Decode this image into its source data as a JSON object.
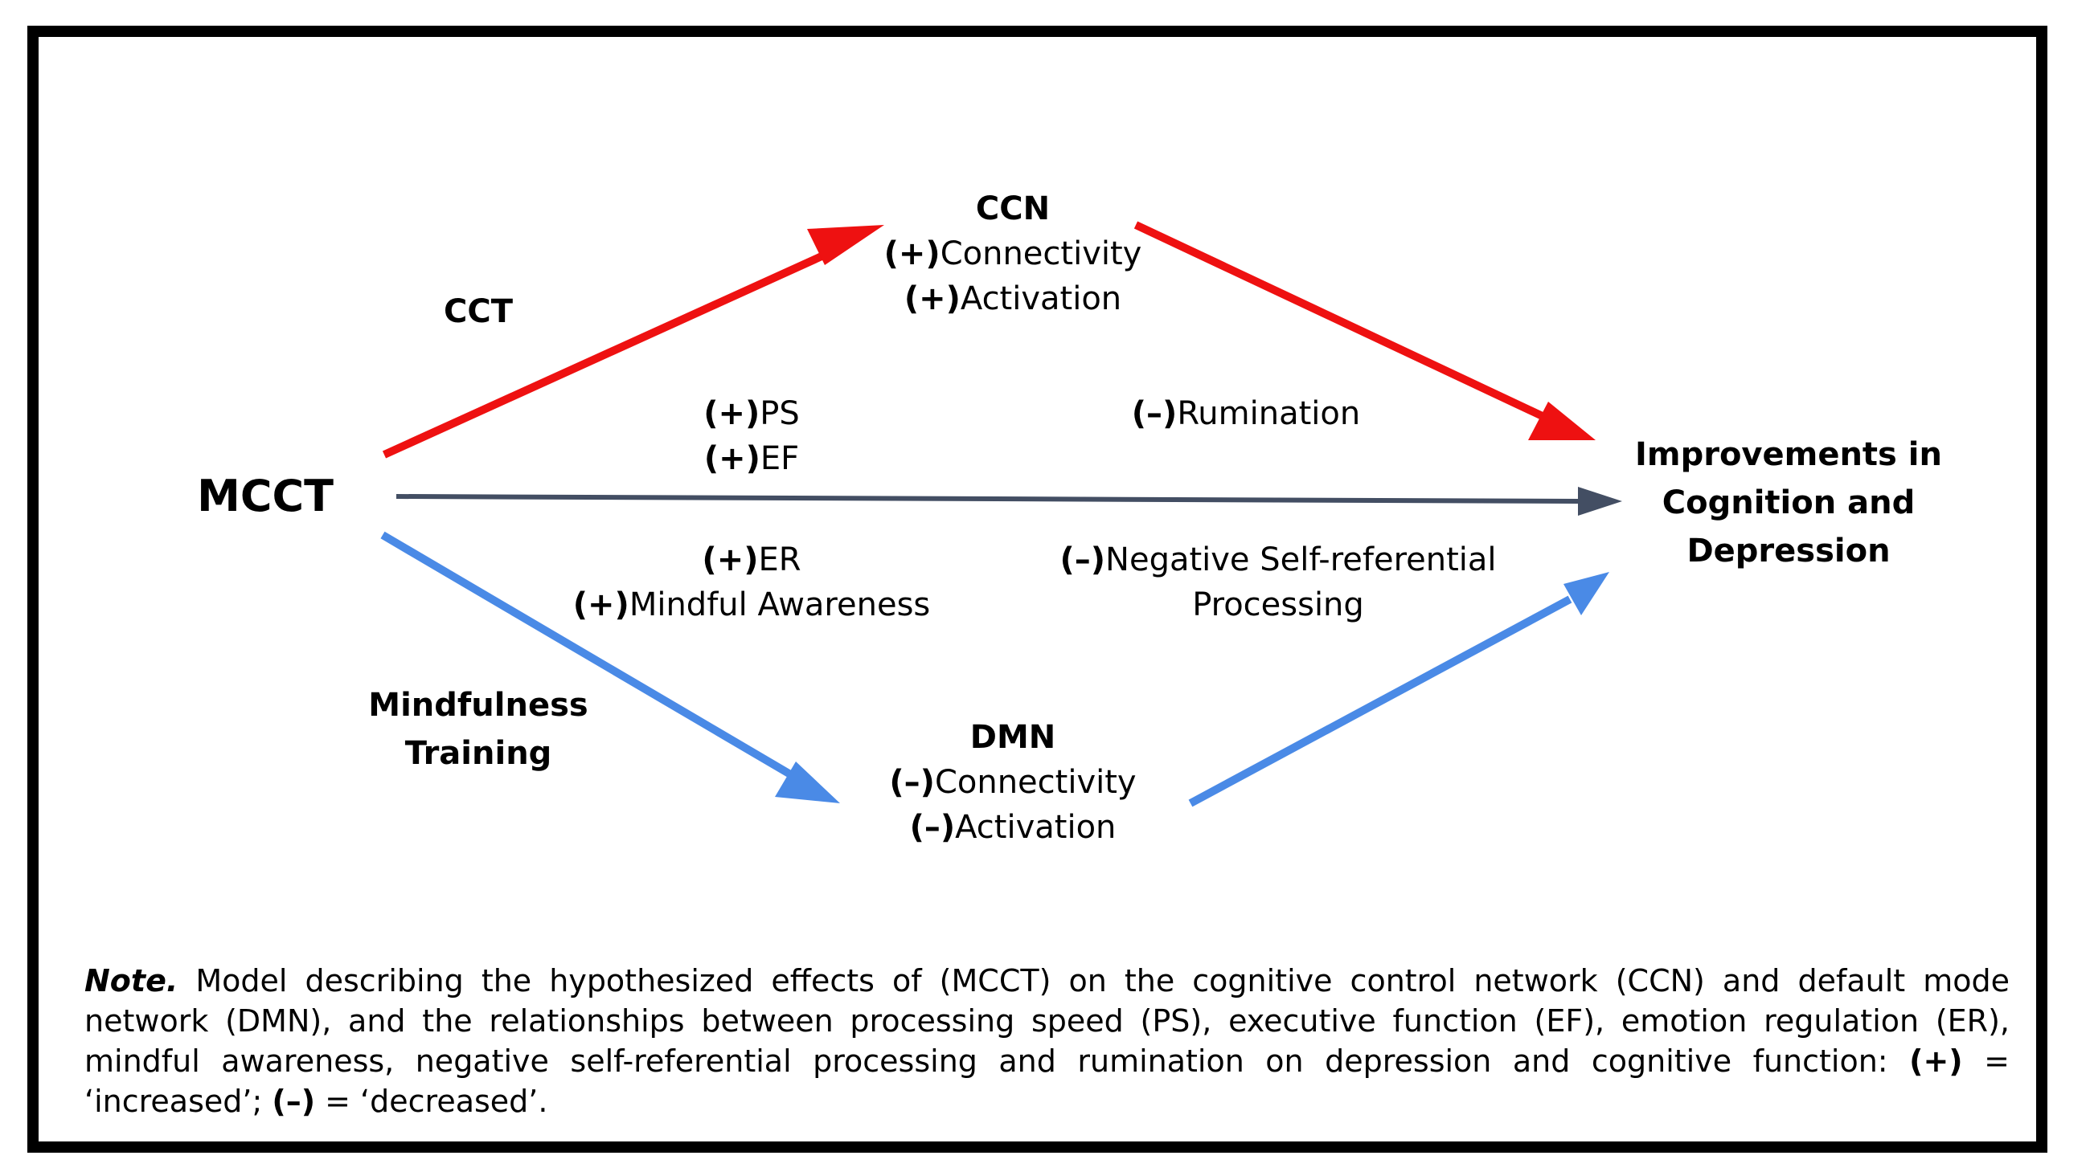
{
  "diagram": {
    "nodes": {
      "mcct": "MCCT",
      "ccn": {
        "title": "CCN",
        "line1_sign": "(+)",
        "line1_text": "Connectivity",
        "line2_sign": "(+)",
        "line2_text": "Activation"
      },
      "dmn": {
        "title": "DMN",
        "line1_sign": "(–)",
        "line1_text": "Connectivity",
        "line2_sign": "(–)",
        "line2_text": "Activation"
      },
      "outcome": {
        "line1": "Improvements in",
        "line2": "Cognition and",
        "line3": "Depression"
      }
    },
    "edge_labels": {
      "cct": "CCT",
      "mindfulness_line1": "Mindfulness",
      "mindfulness_line2": "Training",
      "ps_sign": "(+)",
      "ps_text": "PS",
      "ef_sign": "(+)",
      "ef_text": "EF",
      "rumination_sign": "(–)",
      "rumination_text": "Rumination",
      "er_sign": "(+)",
      "er_text": "ER",
      "awareness_sign": "(+)",
      "awareness_text": "Mindful Awareness",
      "negative_sign": "(–)",
      "negative_text": "Negative Self-referential",
      "negative_line2": "Processing"
    },
    "colors": {
      "red": "#ee1111",
      "blue": "#4a8ae6",
      "gray": "#434e63"
    }
  },
  "note": {
    "label": "Note.",
    "text1": " Model describing the hypothesized effects of (MCCT) on the cognitive control network (CCN) and default mode network (DMN), and the relationships between processing speed (PS), executive function (EF), emotion regulation (ER), mindful awareness, negative self-referential processing and rumination on depression and cognitive function: ",
    "plus": "(+)",
    "text2": " = ‘increased’; ",
    "minus": "(–)",
    "text3": " = ‘decreased’."
  }
}
